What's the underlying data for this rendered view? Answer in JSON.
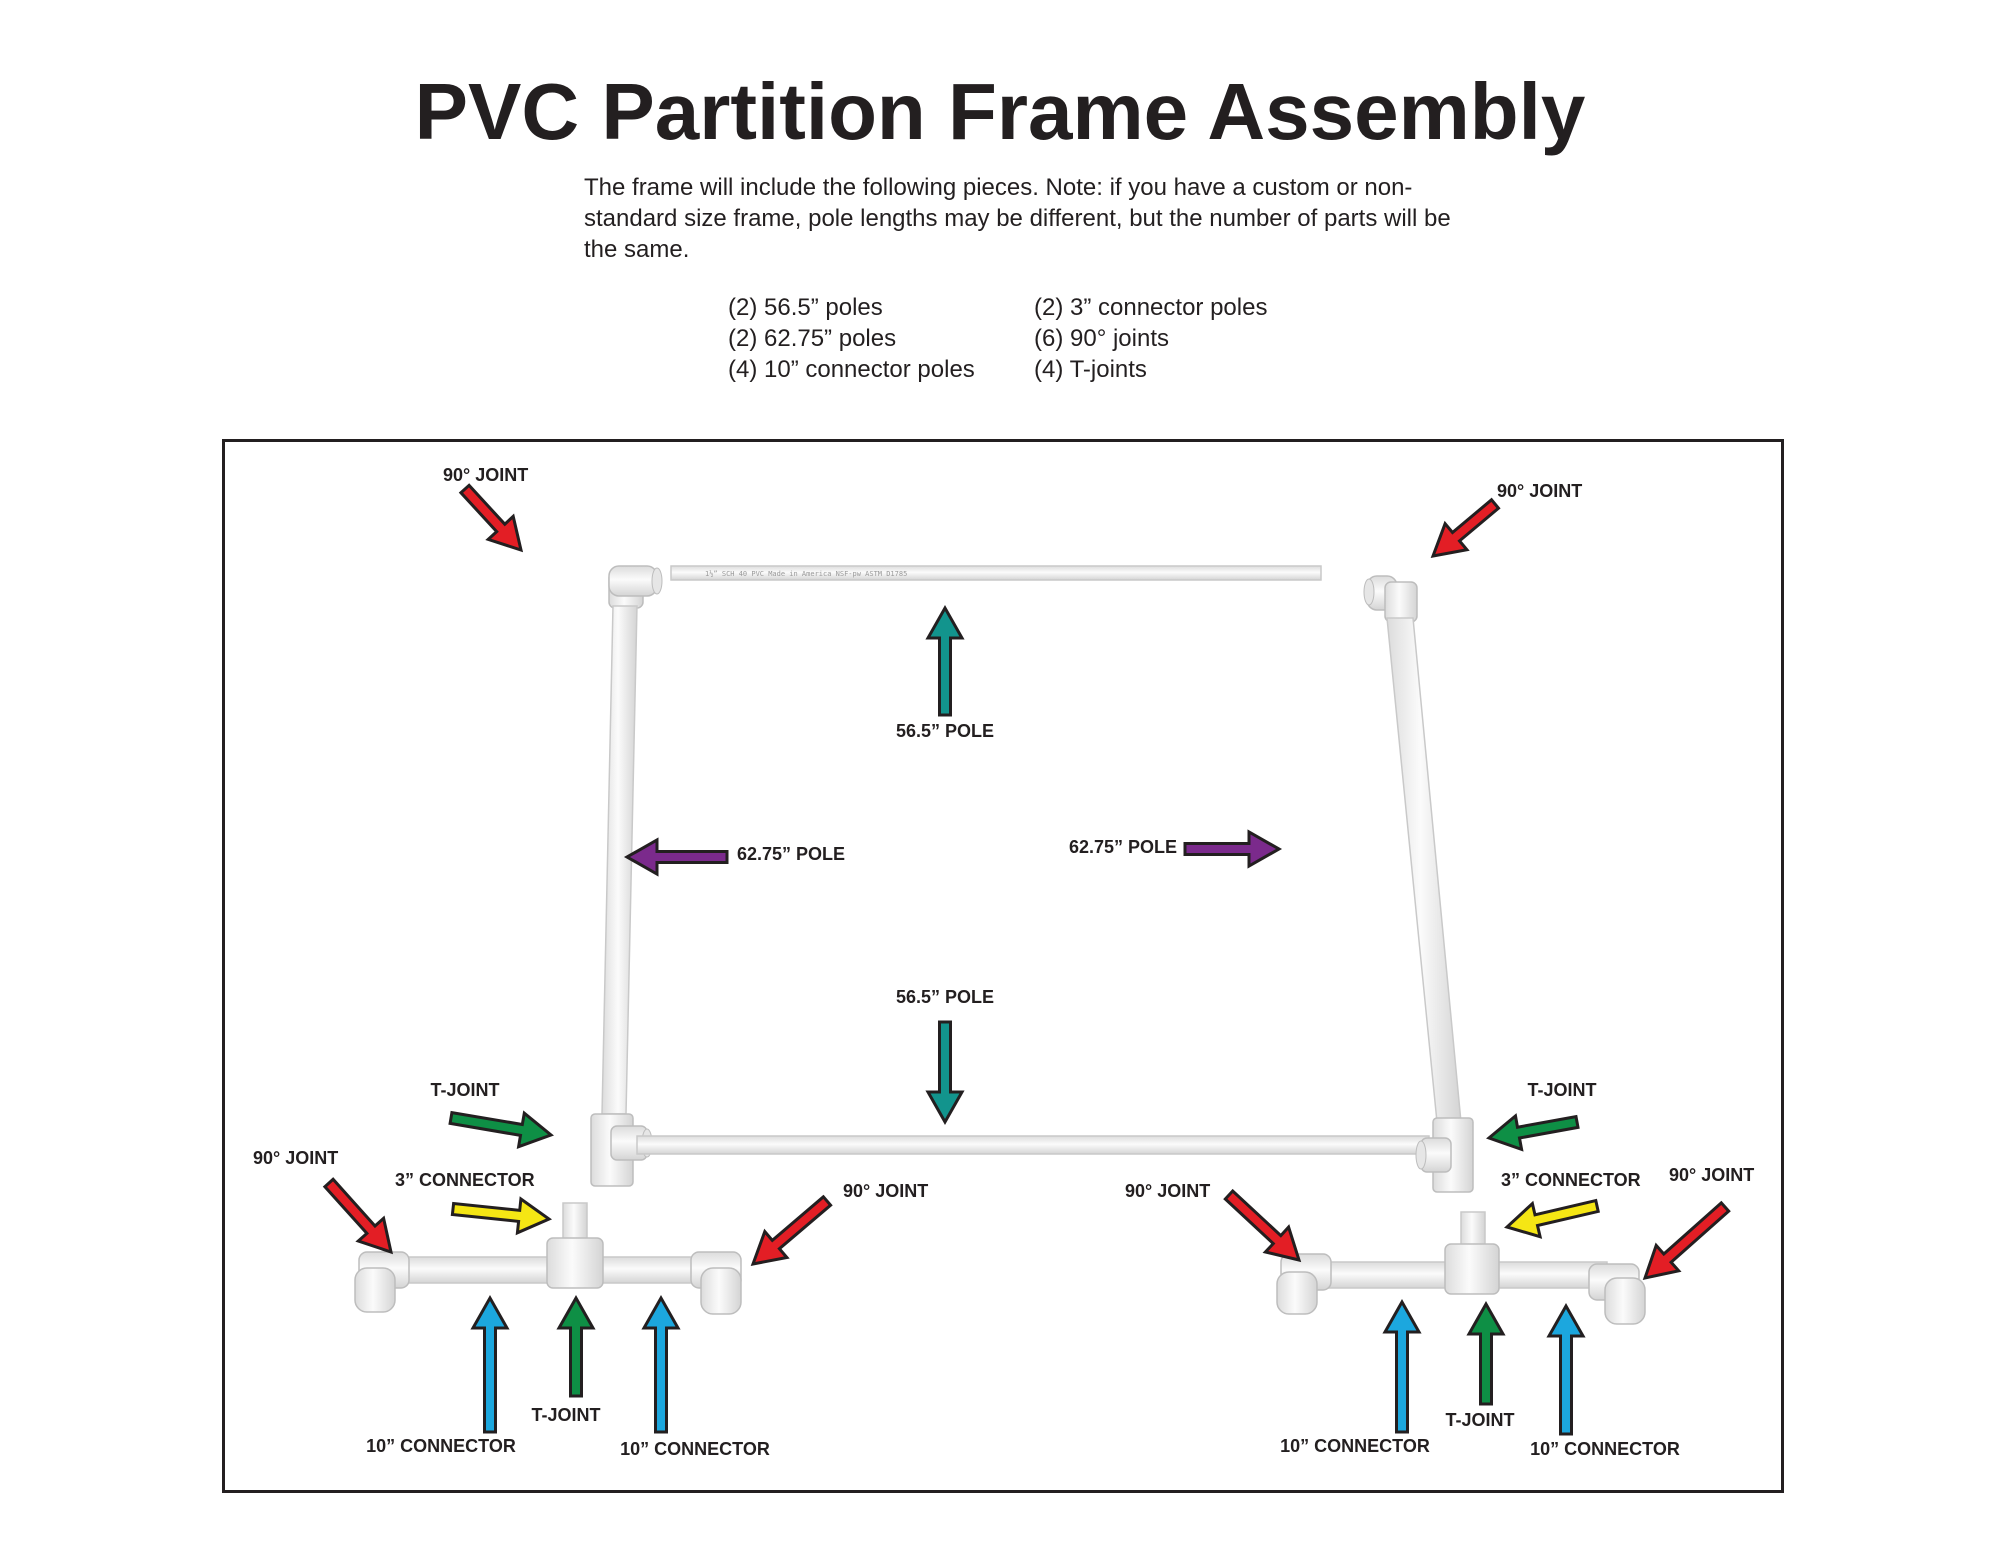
{
  "title": "PVC Partition Frame Assembly",
  "intro": "The frame will include the following pieces. Note: if you have a custom or non-standard size frame, pole lengths may be different, but the number of parts will be the same.",
  "parts_left": [
    "(2) 56.5” poles",
    "(2) 62.75” poles",
    "(4) 10” connector poles"
  ],
  "parts_right": [
    "(2) 3” connector poles",
    "(6) 90° joints",
    "(4) T-joints"
  ],
  "labels": {
    "joint90_top_left": "90° JOINT",
    "joint90_top_right": "90° JOINT",
    "pole565_top": "56.5” POLE",
    "pole6275_left": "62.75” POLE",
    "pole6275_right": "62.75” POLE",
    "pole565_bottom": "56.5” POLE",
    "tjoint_left": "T-JOINT",
    "tjoint_right": "T-JOINT",
    "joint90_bl_outer": "90° JOINT",
    "connector3_left": "3” CONNECTOR",
    "joint90_bl_inner": "90° JOINT",
    "joint90_br_inner": "90° JOINT",
    "connector3_right": "3” CONNECTOR",
    "joint90_br_outer": "90° JOINT",
    "tjoint_foot_left": "T-JOINT",
    "connector10_ll": "10” CONNECTOR",
    "connector10_lr": "10” CONNECTOR",
    "tjoint_foot_right": "T-JOINT",
    "connector10_rl": "10” CONNECTOR",
    "connector10_rr": "10” CONNECTOR"
  },
  "arrow_colors": {
    "joint90": "#e31e25",
    "pole565": "#12948d",
    "pole6275": "#7b2a8c",
    "tjoint": "#0e8f45",
    "connector3": "#f5e614",
    "connector10": "#1ca7de"
  },
  "pipe_print": "1½” SCH 40 PVC  Made in America  NSF-pw  ASTM D1785"
}
